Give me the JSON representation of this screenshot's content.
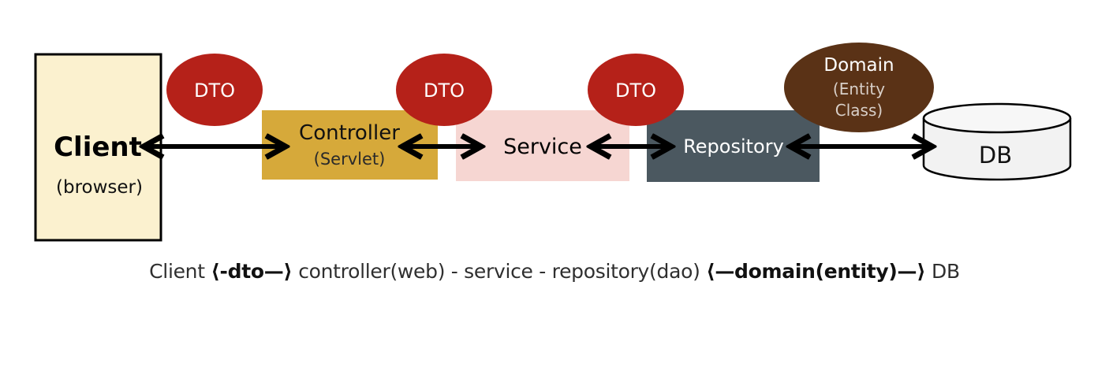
{
  "nodes": {
    "client": {
      "title": "Client",
      "subtitle": "(browser)"
    },
    "controller": {
      "title": "Controller",
      "subtitle": "(Servlet)"
    },
    "service": {
      "title": "Service"
    },
    "repository": {
      "title": "Repository"
    },
    "db": {
      "title": "DB"
    }
  },
  "badges": {
    "dto_1": "DTO",
    "dto_2": "DTO",
    "dto_3": "DTO",
    "domain": {
      "title": "Domain",
      "line2": "(Entity",
      "line3": "Class)"
    }
  },
  "caption": {
    "part1": "Client ",
    "part2": "⟨-dto—⟩",
    "part3": " controller(web) - service - repository(dao) ",
    "part4": "⟨—domain(entity)—⟩",
    "part5": " DB"
  },
  "colors": {
    "client_fill": "#fbf1cf",
    "controller_fill": "#d6a93a",
    "service_fill": "#f6d6d2",
    "repository_fill": "#4b5860",
    "dto_fill": "#b52119",
    "domain_fill": "#5a3216",
    "db_fill": "#f2f2f2"
  }
}
